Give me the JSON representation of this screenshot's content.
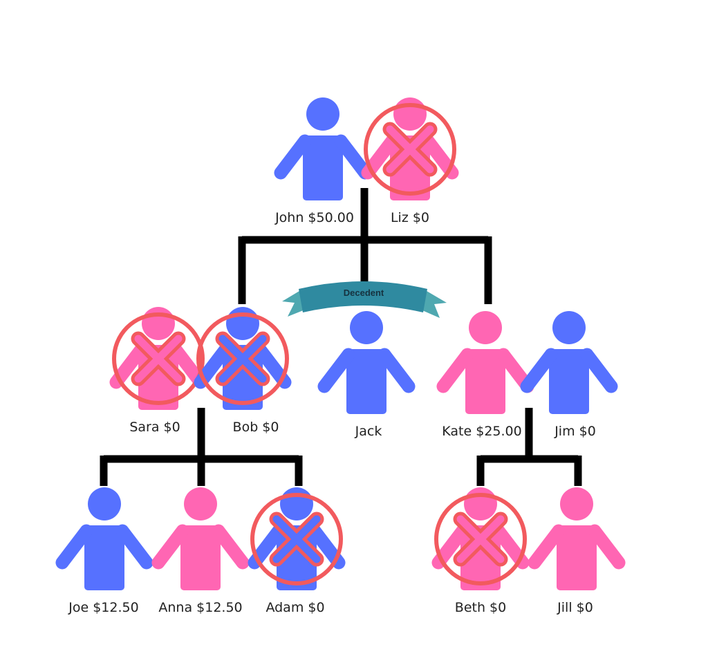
{
  "colors": {
    "male": "#5671ff",
    "female": "#ff66b3",
    "excluded_mark": "#f25a5e",
    "connector": "#000000",
    "banner": "#2f8aa0",
    "banner_fold": "#4fa8b0"
  },
  "decedent_banner": "Decedent",
  "people": [
    {
      "id": "john",
      "label": "John $50.00",
      "sex": "male",
      "excluded": false
    },
    {
      "id": "liz",
      "label": "Liz $0",
      "sex": "female",
      "excluded": true
    },
    {
      "id": "sara",
      "label": "Sara $0",
      "sex": "female",
      "excluded": true
    },
    {
      "id": "bob",
      "label": "Bob $0",
      "sex": "male",
      "excluded": true
    },
    {
      "id": "jack",
      "label": "Jack",
      "sex": "male",
      "excluded": false
    },
    {
      "id": "kate",
      "label": "Kate $25.00",
      "sex": "female",
      "excluded": false
    },
    {
      "id": "jim",
      "label": "Jim $0",
      "sex": "male",
      "excluded": false
    },
    {
      "id": "joe",
      "label": "Joe $12.50",
      "sex": "male",
      "excluded": false
    },
    {
      "id": "anna",
      "label": "Anna $12.50",
      "sex": "female",
      "excluded": false
    },
    {
      "id": "adam",
      "label": "Adam $0",
      "sex": "male",
      "excluded": true
    },
    {
      "id": "beth",
      "label": "Beth $0",
      "sex": "female",
      "excluded": true
    },
    {
      "id": "jill",
      "label": "Jill $0",
      "sex": "female",
      "excluded": false
    }
  ]
}
